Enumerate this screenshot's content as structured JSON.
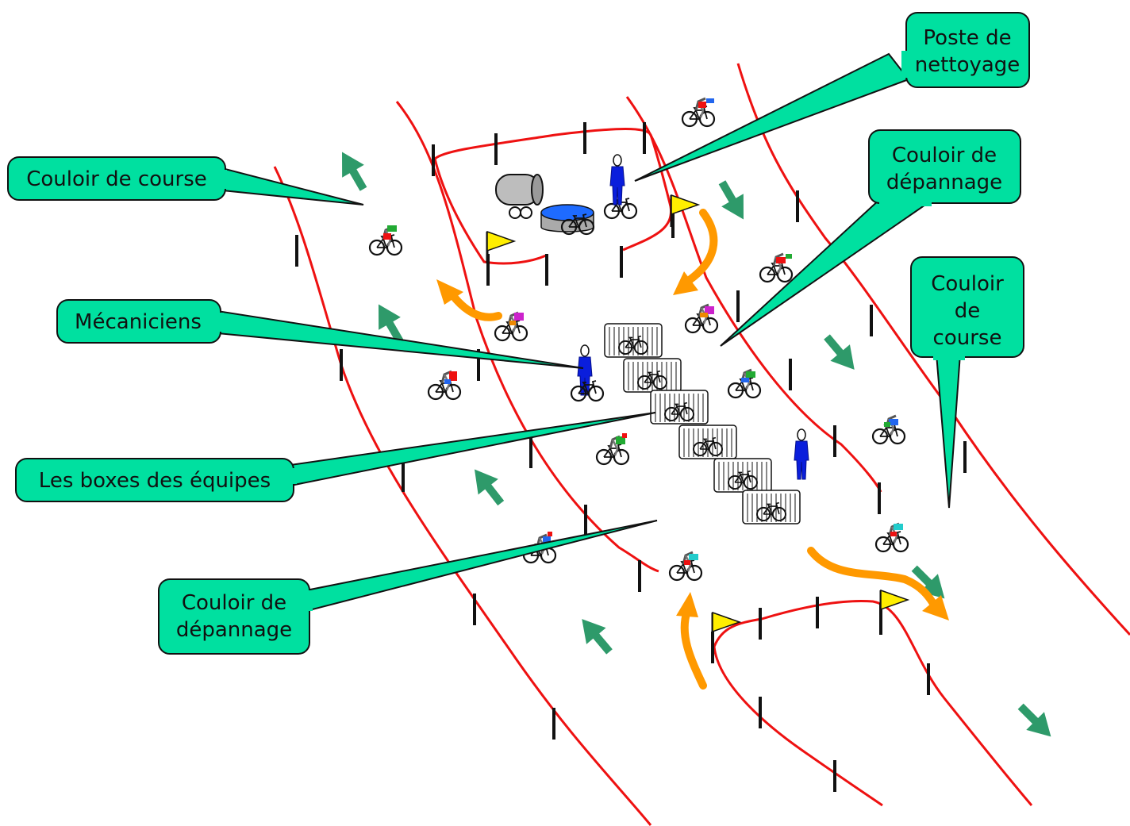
{
  "colors": {
    "track_line": "#ee1111",
    "callout_fill": "#00e0a0",
    "callout_stroke": "#111111",
    "green_arrow": "#2e9a6a",
    "orange_arrow": "#ff9900",
    "flag": "#ffee00",
    "mechanic": "#0a1edc",
    "post": "#111111"
  },
  "callouts": {
    "race_lane_left": "Couloir de course",
    "cleaning_station": [
      "Poste de",
      "nettoyage"
    ],
    "repair_lane_right": [
      "Couloir de",
      "dépannage"
    ],
    "race_lane_right": [
      "Couloir",
      "de",
      "course"
    ],
    "mechanics": "Mécaniciens",
    "team_boxes": "Les boxes des équipes",
    "repair_lane_left": [
      "Couloir de",
      "dépannage"
    ]
  },
  "icons": {
    "flag": "flag-icon",
    "mechanic": "mechanic-icon",
    "cyclist": "cyclist-icon",
    "barrier_bike": "barrier-with-bike-icon",
    "pressure_washer": "pressure-washer-icon",
    "water_tub": "water-tub-icon",
    "green_arrow": "direction-arrow-icon",
    "orange_arrow": "pit-route-arrow-icon"
  }
}
